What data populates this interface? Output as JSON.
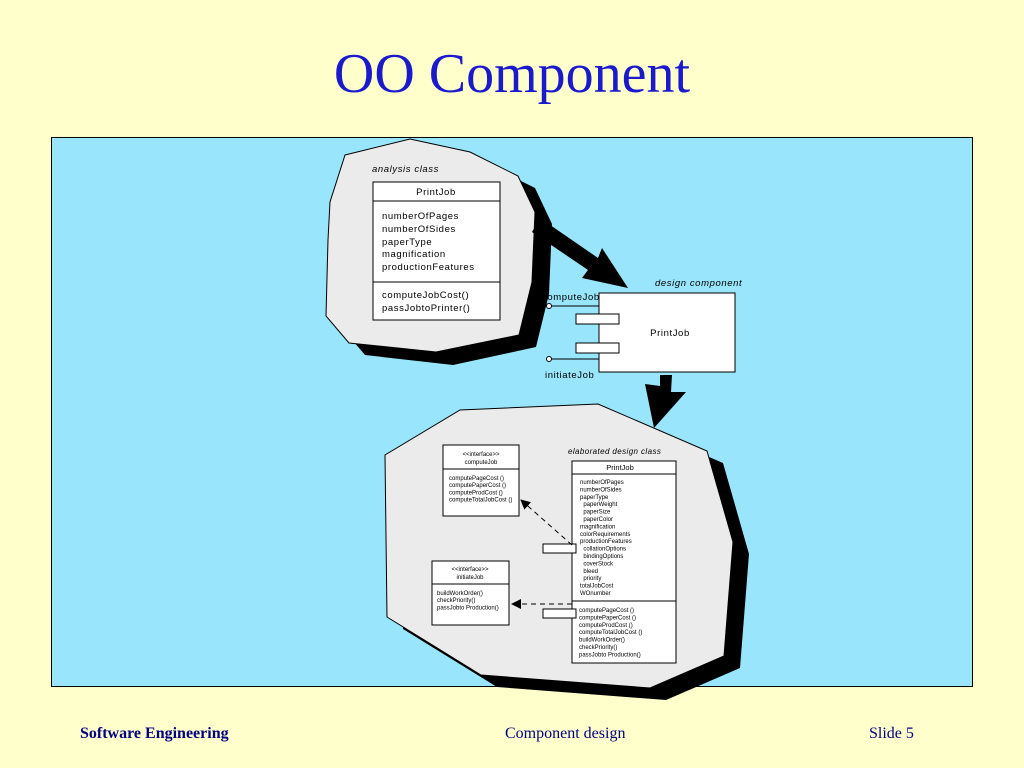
{
  "slide": {
    "title": "OO Component",
    "footer_left": "Software Engineering",
    "footer_center": "Component design",
    "footer_right": "Slide  5"
  },
  "analysis": {
    "caption": "analysis class",
    "class_name": "PrintJob",
    "attributes": [
      "numberOfPages",
      "numberOfSides",
      "paperType",
      "magnification",
      "productionFeatures"
    ],
    "operations": [
      "computeJobCost()",
      "passJobtoPrinter()"
    ]
  },
  "design_component": {
    "caption": "design component",
    "name": "PrintJob",
    "interface_top": "computeJob",
    "interface_bottom": "initiateJob"
  },
  "elaborated": {
    "caption": "elaborated design class",
    "class_name": "PrintJob",
    "attributes": [
      "numberOfPages",
      "numberOfSides",
      "paperType",
      "  paperWeight",
      "  paperSize",
      "  paperColor",
      "magnification",
      "colorRequirements",
      "productionFeatures",
      "  collationOptions",
      "  bindingOptions",
      "  coverStock",
      "  bleed",
      "  priority",
      "totalJobCost",
      "WOnumber"
    ],
    "operations": [
      "computePageCost ()",
      "computePaperCost ()",
      "computeProdCost ()",
      "computeTotalJobCost ()",
      "buildWorkOrder()",
      "checkPriority()",
      "passJobto Production()"
    ]
  },
  "interface_compute": {
    "stereotype": "<<interface>>",
    "name": "computeJob",
    "operations": [
      "computePageCost ()",
      "computePaperCost ()",
      "computeProdCost ()",
      "computeTotalJobCost ()"
    ]
  },
  "interface_initiate": {
    "stereotype": "<<interface>>",
    "name": "initiateJob",
    "operations": [
      "buildWorkOrder()",
      "checkPriority()",
      "passJobto Production()"
    ]
  },
  "colors": {
    "background": "#ffffcc",
    "title": "#1a1acc",
    "panel": "#99e5fb",
    "blob": "#ebebeb",
    "footer": "#000080"
  }
}
